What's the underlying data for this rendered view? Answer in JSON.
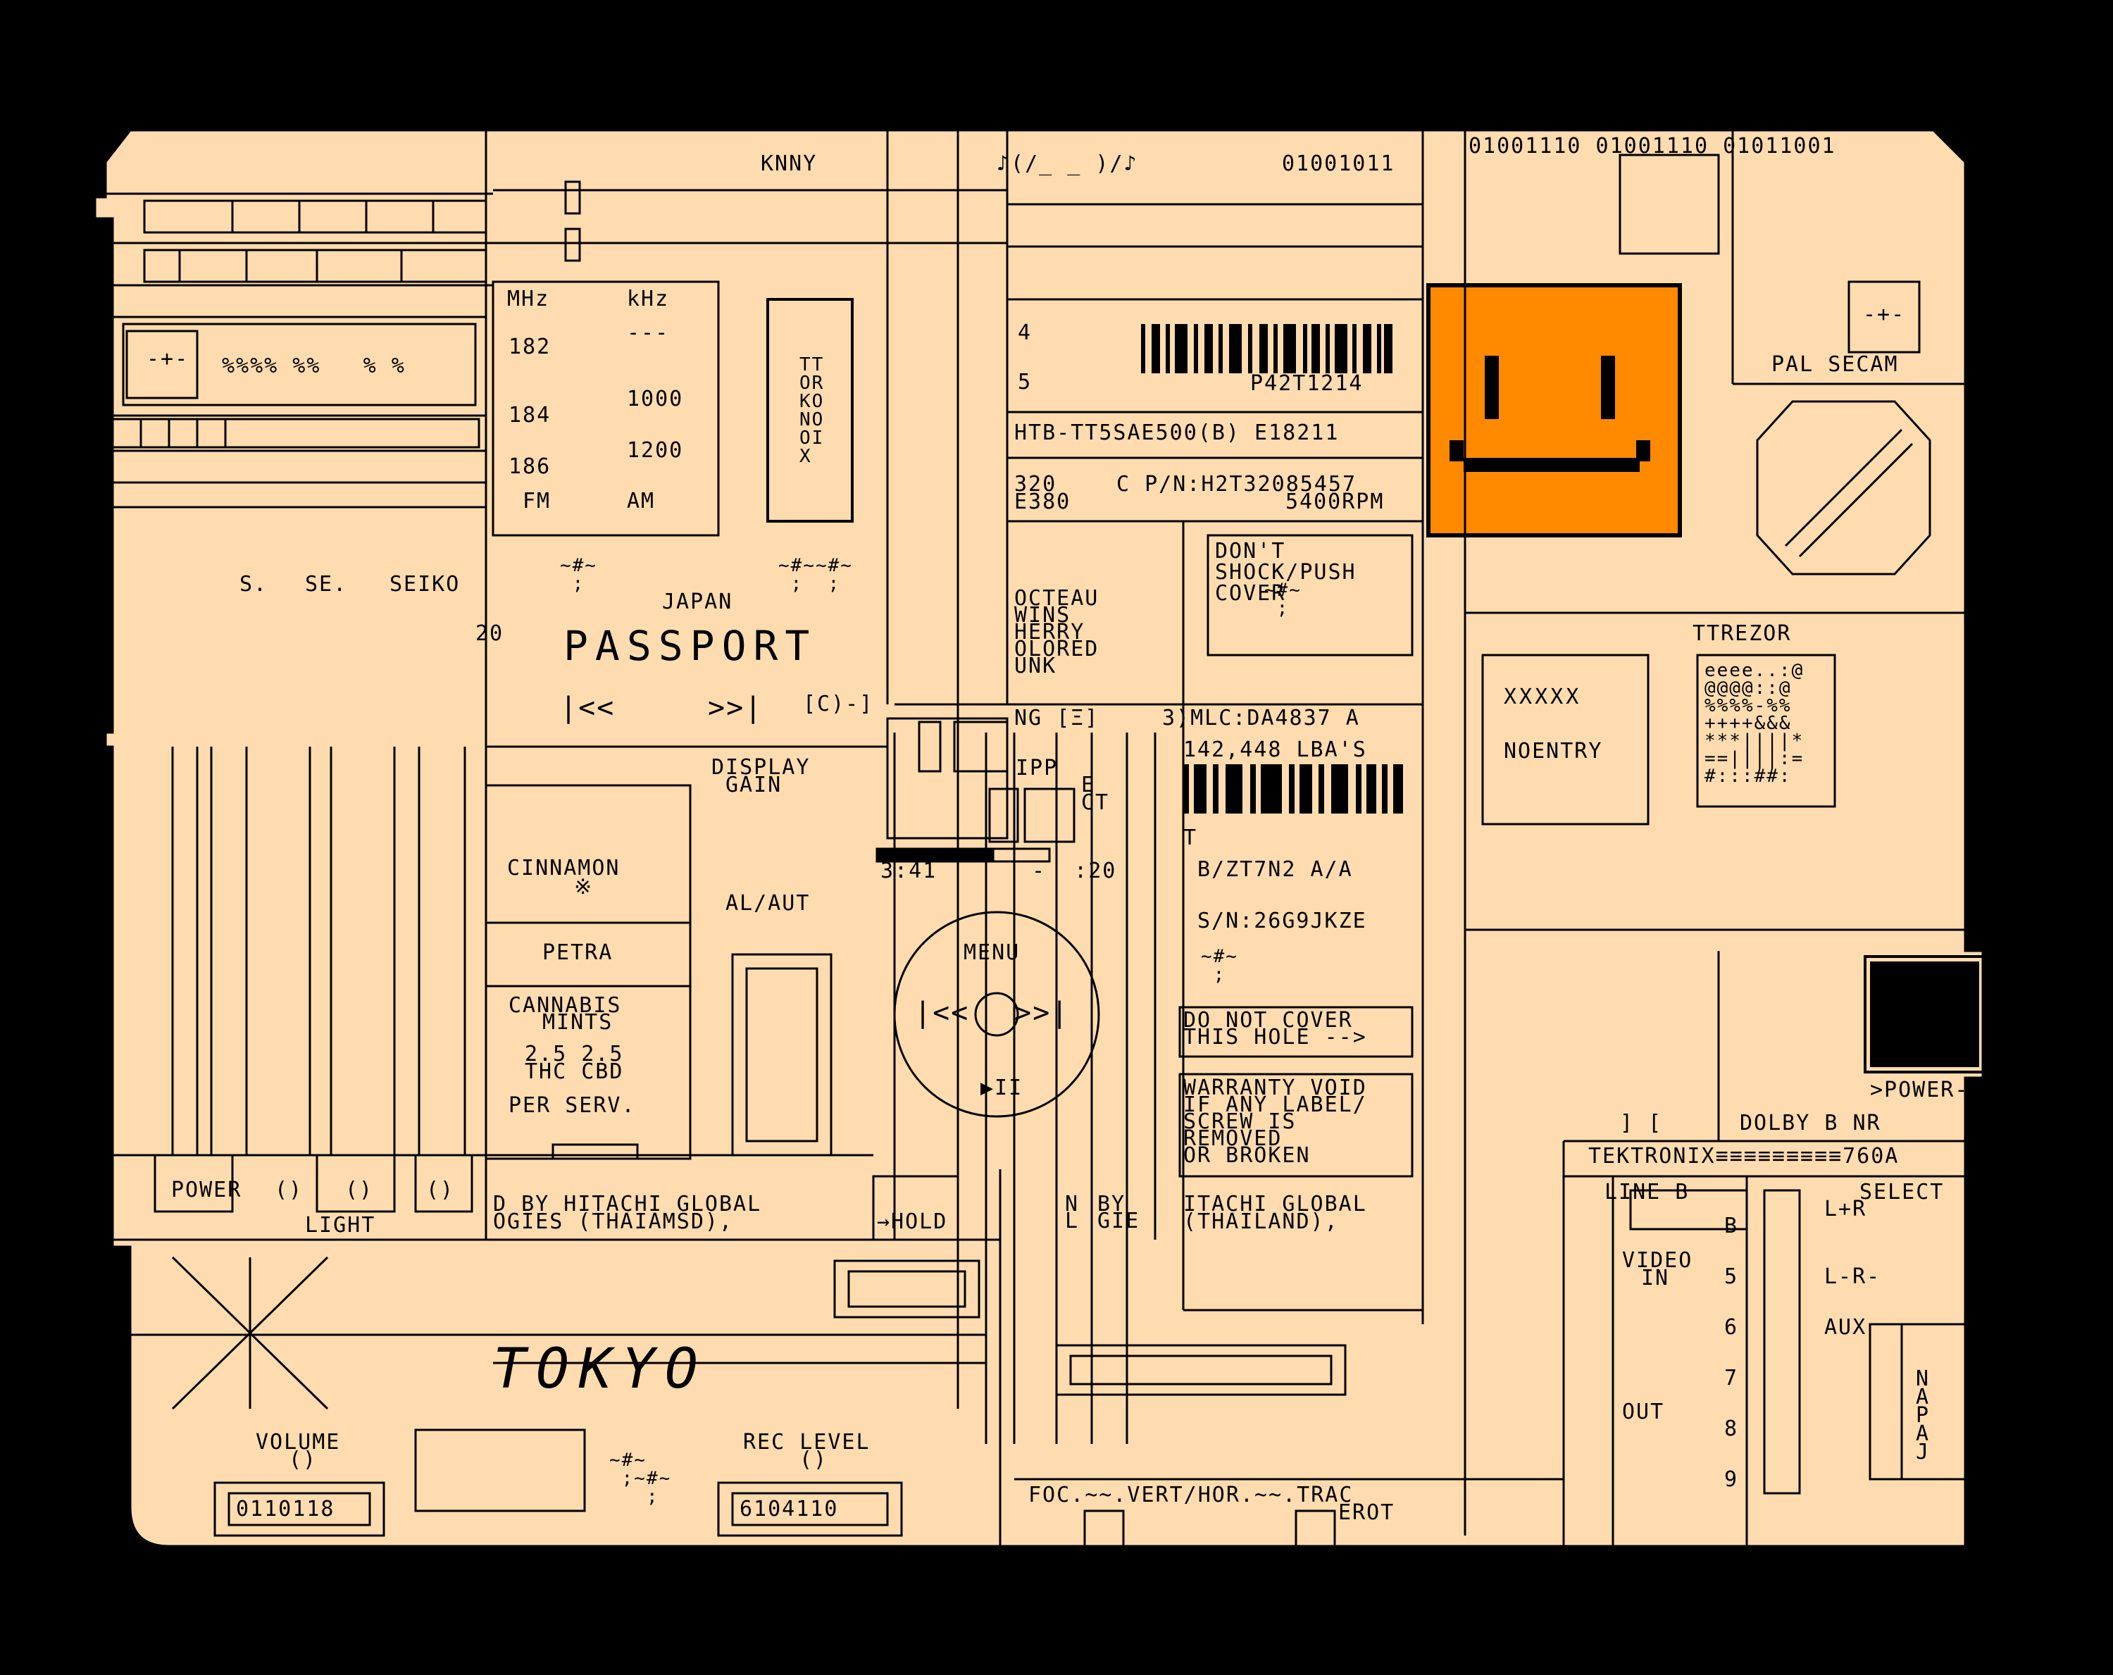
{
  "colors": {
    "panel": "#ffdcb0",
    "ink": "#000000",
    "face": "#ff8a00",
    "background": "#000000"
  },
  "header": {
    "knny": "KNNY",
    "music": "♪(/_ _ )/♪",
    "binary_small": "01001011",
    "binary_top": "01001110 01001110 01011001"
  },
  "radio": {
    "mhz": "MHz",
    "khz": "kHz",
    "mhz_values": [
      "182",
      "184",
      "186",
      "FM"
    ],
    "khz_values": [
      "---",
      "1000",
      "1200",
      "AM"
    ],
    "bands": "%%%% %%   % %"
  },
  "tuner_tag": [
    "TT",
    "OR",
    "KO",
    "NO",
    "OI",
    "X"
  ],
  "brand": {
    "japan": "JAPAN",
    "passport": "PASSPORT",
    "s": "S.",
    "se": "SE.",
    "seiko": "SEIKO",
    "twenty": "20"
  },
  "drive": {
    "line4": "4",
    "line5": "5",
    "barcode_label": "P42T1214",
    "model": "HTB-TT5SAE500(B) E18211",
    "cap1": "320",
    "cap2": "E380",
    "pn": "C P/N:H2T32085457",
    "rpm": "5400RPM",
    "ng": "NG [Ξ]",
    "mlc": "3)MLC:DA4837 A",
    "lba": "142,448 LBA'S",
    "t": "T",
    "bz": "B/ZT7N2 A/A",
    "sn": "S/N:26G9JKZE",
    "hitachi_left_1": "D BY HITACHI GLOBAL",
    "hitachi_left_2": "OGIES (THAIAMSD),",
    "hitachi_right_1": "ITACHI GLOBAL",
    "hitachi_right_2": "(THAILAND),"
  },
  "warnings": {
    "shock": [
      "DON'T",
      "SHOCK/PUSH",
      "COVER"
    ],
    "hole": [
      "DO NOT COVER",
      "THIS HOLE -->"
    ],
    "warranty": [
      "WARRANTY VOID",
      "IF ANY LABEL/",
      "SCREW IS",
      "REMOVED",
      "OR BROKEN"
    ]
  },
  "names": [
    "OCTEAU",
    "WINS",
    "HERRY",
    "OLORED",
    "UNK"
  ],
  "mints": {
    "cinnamon": "CINNAMON",
    "petra": "PETRA",
    "title1": "CANNABIS",
    "title2": "MINTS",
    "amounts": "2.5 2.5",
    "units": "THC CBD",
    "per": "PER SERV."
  },
  "display": {
    "title": "DISPLAY",
    "gain": "GAIN",
    "al": "AL/AUT"
  },
  "player": {
    "ipp": "IPP",
    "ect1": "E",
    "ect2": "CT",
    "time_elapsed": "3:41",
    "time_remaining": "-  :20",
    "progress": 0.68,
    "menu": "MENU",
    "prev": "|<<",
    "next": ">>|",
    "play": "▶II",
    "hold": "→HOLD",
    "n_l": "N\nL",
    "by_gie": "BY\nGIE"
  },
  "face": {
    "eyes": "| |",
    "mouth": "\\______/"
  },
  "right_panel": {
    "pal": "PAL SECAM",
    "ttrezor": "TTREZOR",
    "noentry": "NOENTRY",
    "xpattern": "XXXXX",
    "trezor_grid": [
      "eeee..:@",
      "@@@@::@",
      "%%%%-%%",
      "++++&&&",
      "***||||*",
      "==||||:=",
      "#:::##:"
    ]
  },
  "power": {
    "label": ">POWER-"
  },
  "dolby": {
    "label": "DOLBY B NR",
    "jk": "] ["
  },
  "tek": {
    "header": "TEKTRONIX≡≡≡≡≡≡≡≡≡760A",
    "line": "LINE B",
    "video": "VIDEO",
    "in": "IN",
    "out": "OUT",
    "select": "SELECT",
    "lr": "L+R",
    "l_r": "L-R-",
    "aux": "AUX",
    "napaj": "NAPAJ",
    "scale": [
      "B",
      "5",
      "6",
      "7",
      "8",
      "9"
    ]
  },
  "bottom": {
    "power": "POWER",
    "light": "LIGHT",
    "volume": "VOLUME",
    "rec_level": "REC LEVEL",
    "counter1": "0110118",
    "counter2": "6104110",
    "tokyo": "TOKYO",
    "foc": "FOC.~~.VERT/HOR.~~.TRAC",
    "erot": "EROT",
    "knob": "()"
  },
  "skip": {
    "back": "|<<",
    "fwd": ">>|",
    "cd": "[C)-]"
  }
}
